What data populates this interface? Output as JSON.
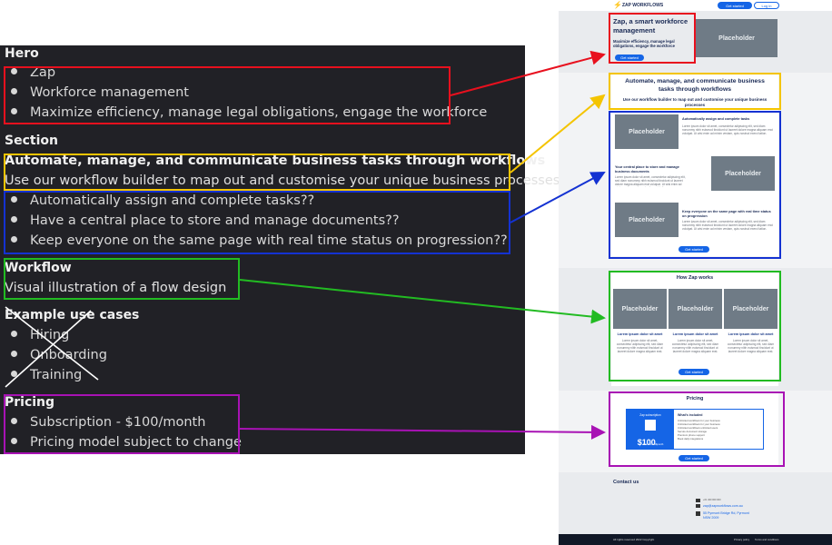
{
  "notes": {
    "hero": {
      "heading": "Hero",
      "items": [
        "Zap",
        "Workforce management",
        "Maximize efficiency, manage legal obligations, engage the workforce"
      ]
    },
    "section": {
      "heading": "Section",
      "title": "Automate, manage, and communicate business tasks through workflows",
      "subtitle": "Use our workflow builder to map out and customise your unique business processes.",
      "items": [
        "Automatically assign and complete tasks??",
        "Have a central place to store and manage documents??",
        "Keep everyone on the same page with real time status on progression??"
      ]
    },
    "workflow": {
      "heading": "Workflow",
      "text": "Visual illustration of a flow design"
    },
    "examples": {
      "heading": "Example use cases",
      "items": [
        "Hiring",
        "Onboarding",
        "Training"
      ]
    },
    "pricing": {
      "heading": "Pricing",
      "items": [
        "Subscription - $100/month",
        "Pricing model subject to change"
      ]
    }
  },
  "mockup": {
    "brand": "ZAP WORKFLOWS",
    "nav_primary": "Get started",
    "nav_secondary": "Log in",
    "hero_title": "Zap, a smart workforce management",
    "hero_sub": "Maximize efficiency, manage legal obligations, engage the workforce",
    "hero_btn": "Get started",
    "placeholder": "Placeholder",
    "section_title": "Automate, manage, and communicate business tasks through workflows",
    "section_sub": "Use our workflow builder to map out and customise your unique business processes",
    "feature1": "Automatically assign and complete tasks",
    "feature2": "Your central place to store and manage business documents",
    "feature3": "Keep everyone on the same page with real time status on progression",
    "lorem": "Lorem ipsum dolor sit amet, consectetur adipiscing elit, sed diam nonummy nibh euismod tincidunt ut laoreet dolore magna aliquam erat volutpat. Ut wisi enim ad minim veniam, quis nostrud exerci tation.",
    "section_btn": "Get started",
    "how_title": "How Zap works",
    "card_title": "Lorem ipsum dolor sit amet",
    "card_text": "Lorem ipsum dolor sit amet, consectetur adipiscing elit, sed diam nonummy nibh euismod tincidunt ut laoreet dolore magna aliquam erat.",
    "how_btn": "Get started",
    "pricing_title": "Pricing",
    "plan_name": "Zap subscription",
    "price": "$100",
    "price_unit": "/month",
    "price_note": "Billed monthly",
    "included_title": "What's included",
    "included": [
      "Unlimited workflows for your business",
      "Unlimited workflows for your business",
      "Unlimited workflows unlimited users",
      "Secure document storage",
      "Premium phone support",
      "Book daily integrations"
    ],
    "pricing_btn": "Get started",
    "contact_title": "Contact us",
    "contact_phone": "+61 400 000 000",
    "contact_email": "zap@zapworkflows.com.au",
    "contact_address": "55 Pyrmont Bridge Rd, Pyrmont NSW 2009",
    "footer_copy": "All rights reserved 2022 Copyright",
    "footer_privacy": "Privacy policy",
    "footer_terms": "Terms and conditions"
  },
  "colors": {
    "red": "#e8101e",
    "yellow": "#f4c400",
    "blue": "#1432d2",
    "green": "#22bb22",
    "purple": "#a812b4",
    "primary": "#1565e6",
    "dark_bg": "#212126"
  }
}
